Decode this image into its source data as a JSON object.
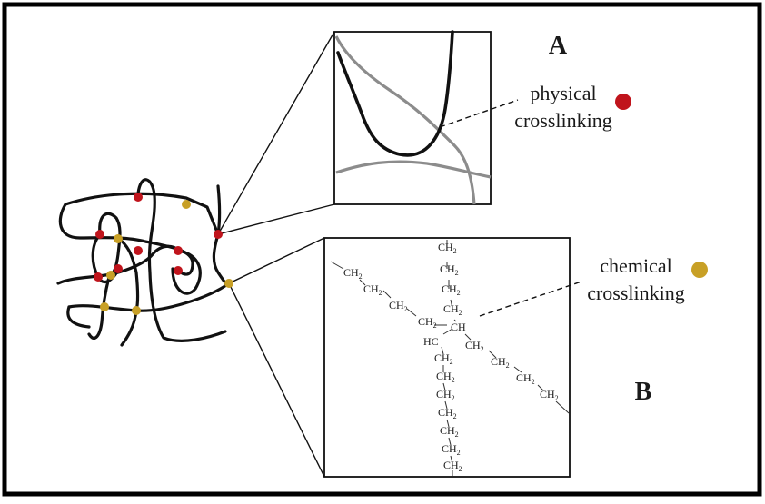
{
  "labels": {
    "panel_a_letter": "A",
    "panel_b_letter": "B",
    "physical_line1": "physical",
    "physical_line2": "crosslinking",
    "chemical_line1": "chemical",
    "chemical_line2": "crosslinking"
  },
  "chem_groups": {
    "ch2_main": "CH",
    "ch2_sub": "2",
    "ch": "CH",
    "hc": "HC"
  },
  "colors": {
    "physical_dot": "#c0141c",
    "chemical_dot": "#c8a026",
    "frame": "#000000",
    "chain_dark": "#111111",
    "chain_gray": "#8c8c8c"
  }
}
